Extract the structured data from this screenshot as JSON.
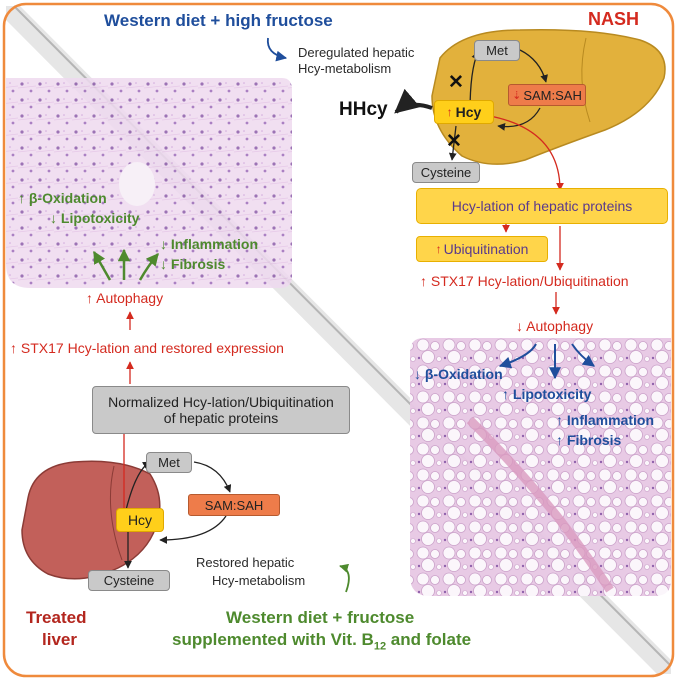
{
  "top": {
    "title": "Western diet + high fructose",
    "nash_label": "NASH",
    "deregulated_line1": "Deregulated hepatic",
    "deregulated_line2": "Hcy-metabolism",
    "met": "Met",
    "sam_sah": "SAM:SAH",
    "hcy": "Hcy",
    "hhcy": "HHcy",
    "cysteine": "Cysteine",
    "hcylation_hepatic": "Hcy-lation of hepatic proteins",
    "ubiquitination": "Ubiquitination",
    "stx17": "STX17 Hcy-lation/Ubiquitination",
    "autophagy": "Autophagy",
    "beta_oxidation": "β-Oxidation",
    "lipotoxicity": "Lipotoxicity",
    "inflammation": "Inflammation",
    "fibrosis": "Fibrosis"
  },
  "bottom": {
    "beta_oxidation": "β-Oxidation",
    "lipotoxicity": "Lipotoxicity",
    "inflammation": "Inflammation",
    "fibrosis": "Fibrosis",
    "autophagy": "Autophagy",
    "stx17_restored": "STX17 Hcy-lation and restored expression",
    "normalized_line1": "Normalized Hcy-lation/Ubiquitination",
    "normalized_line2": "of hepatic proteins",
    "met": "Met",
    "sam_sah": "SAM:SAH",
    "hcy": "Hcy",
    "cysteine": "Cysteine",
    "restored_line1": "Restored hepatic",
    "restored_line2": "Hcy-metabolism",
    "treated_line1": "Treated",
    "treated_line2": "liver",
    "diet_line1": "Western diet + fructose",
    "diet_line2_prefix": "supplemented with Vit. B",
    "diet_line2_sub": "12",
    "diet_line2_suffix": " and folate"
  },
  "colors": {
    "border": "#ef8a3c",
    "blue_text": "#1f4e9c",
    "red_text": "#d42a1f",
    "green_text": "#4e8a2e",
    "liver_nash": "#e2b13c",
    "liver_treated": "#c2605a",
    "hcy_box": "#ffcf1a",
    "sam_box": "#ee7c4a",
    "grey_box": "#c9c9c9"
  },
  "icons": [
    "up-arrow-icon",
    "down-arrow-icon",
    "block-cross-icon",
    "curved-arrow-icon"
  ]
}
